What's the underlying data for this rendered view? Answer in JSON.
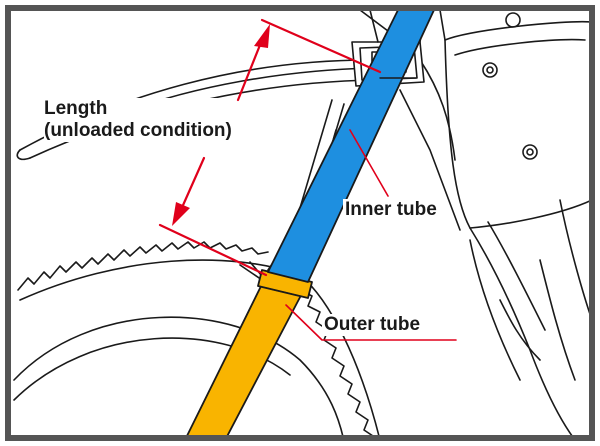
{
  "labels": {
    "length_line1": "Length",
    "length_line2": "(unloaded condition)",
    "inner_tube": "Inner tube",
    "outer_tube": "Outer tube"
  },
  "colors": {
    "inner_tube": "#1e8fe0",
    "outer_tube": "#f9b400",
    "callout": "#e0001b",
    "outline": "#1a1a1a",
    "frame_border": "#555555"
  }
}
